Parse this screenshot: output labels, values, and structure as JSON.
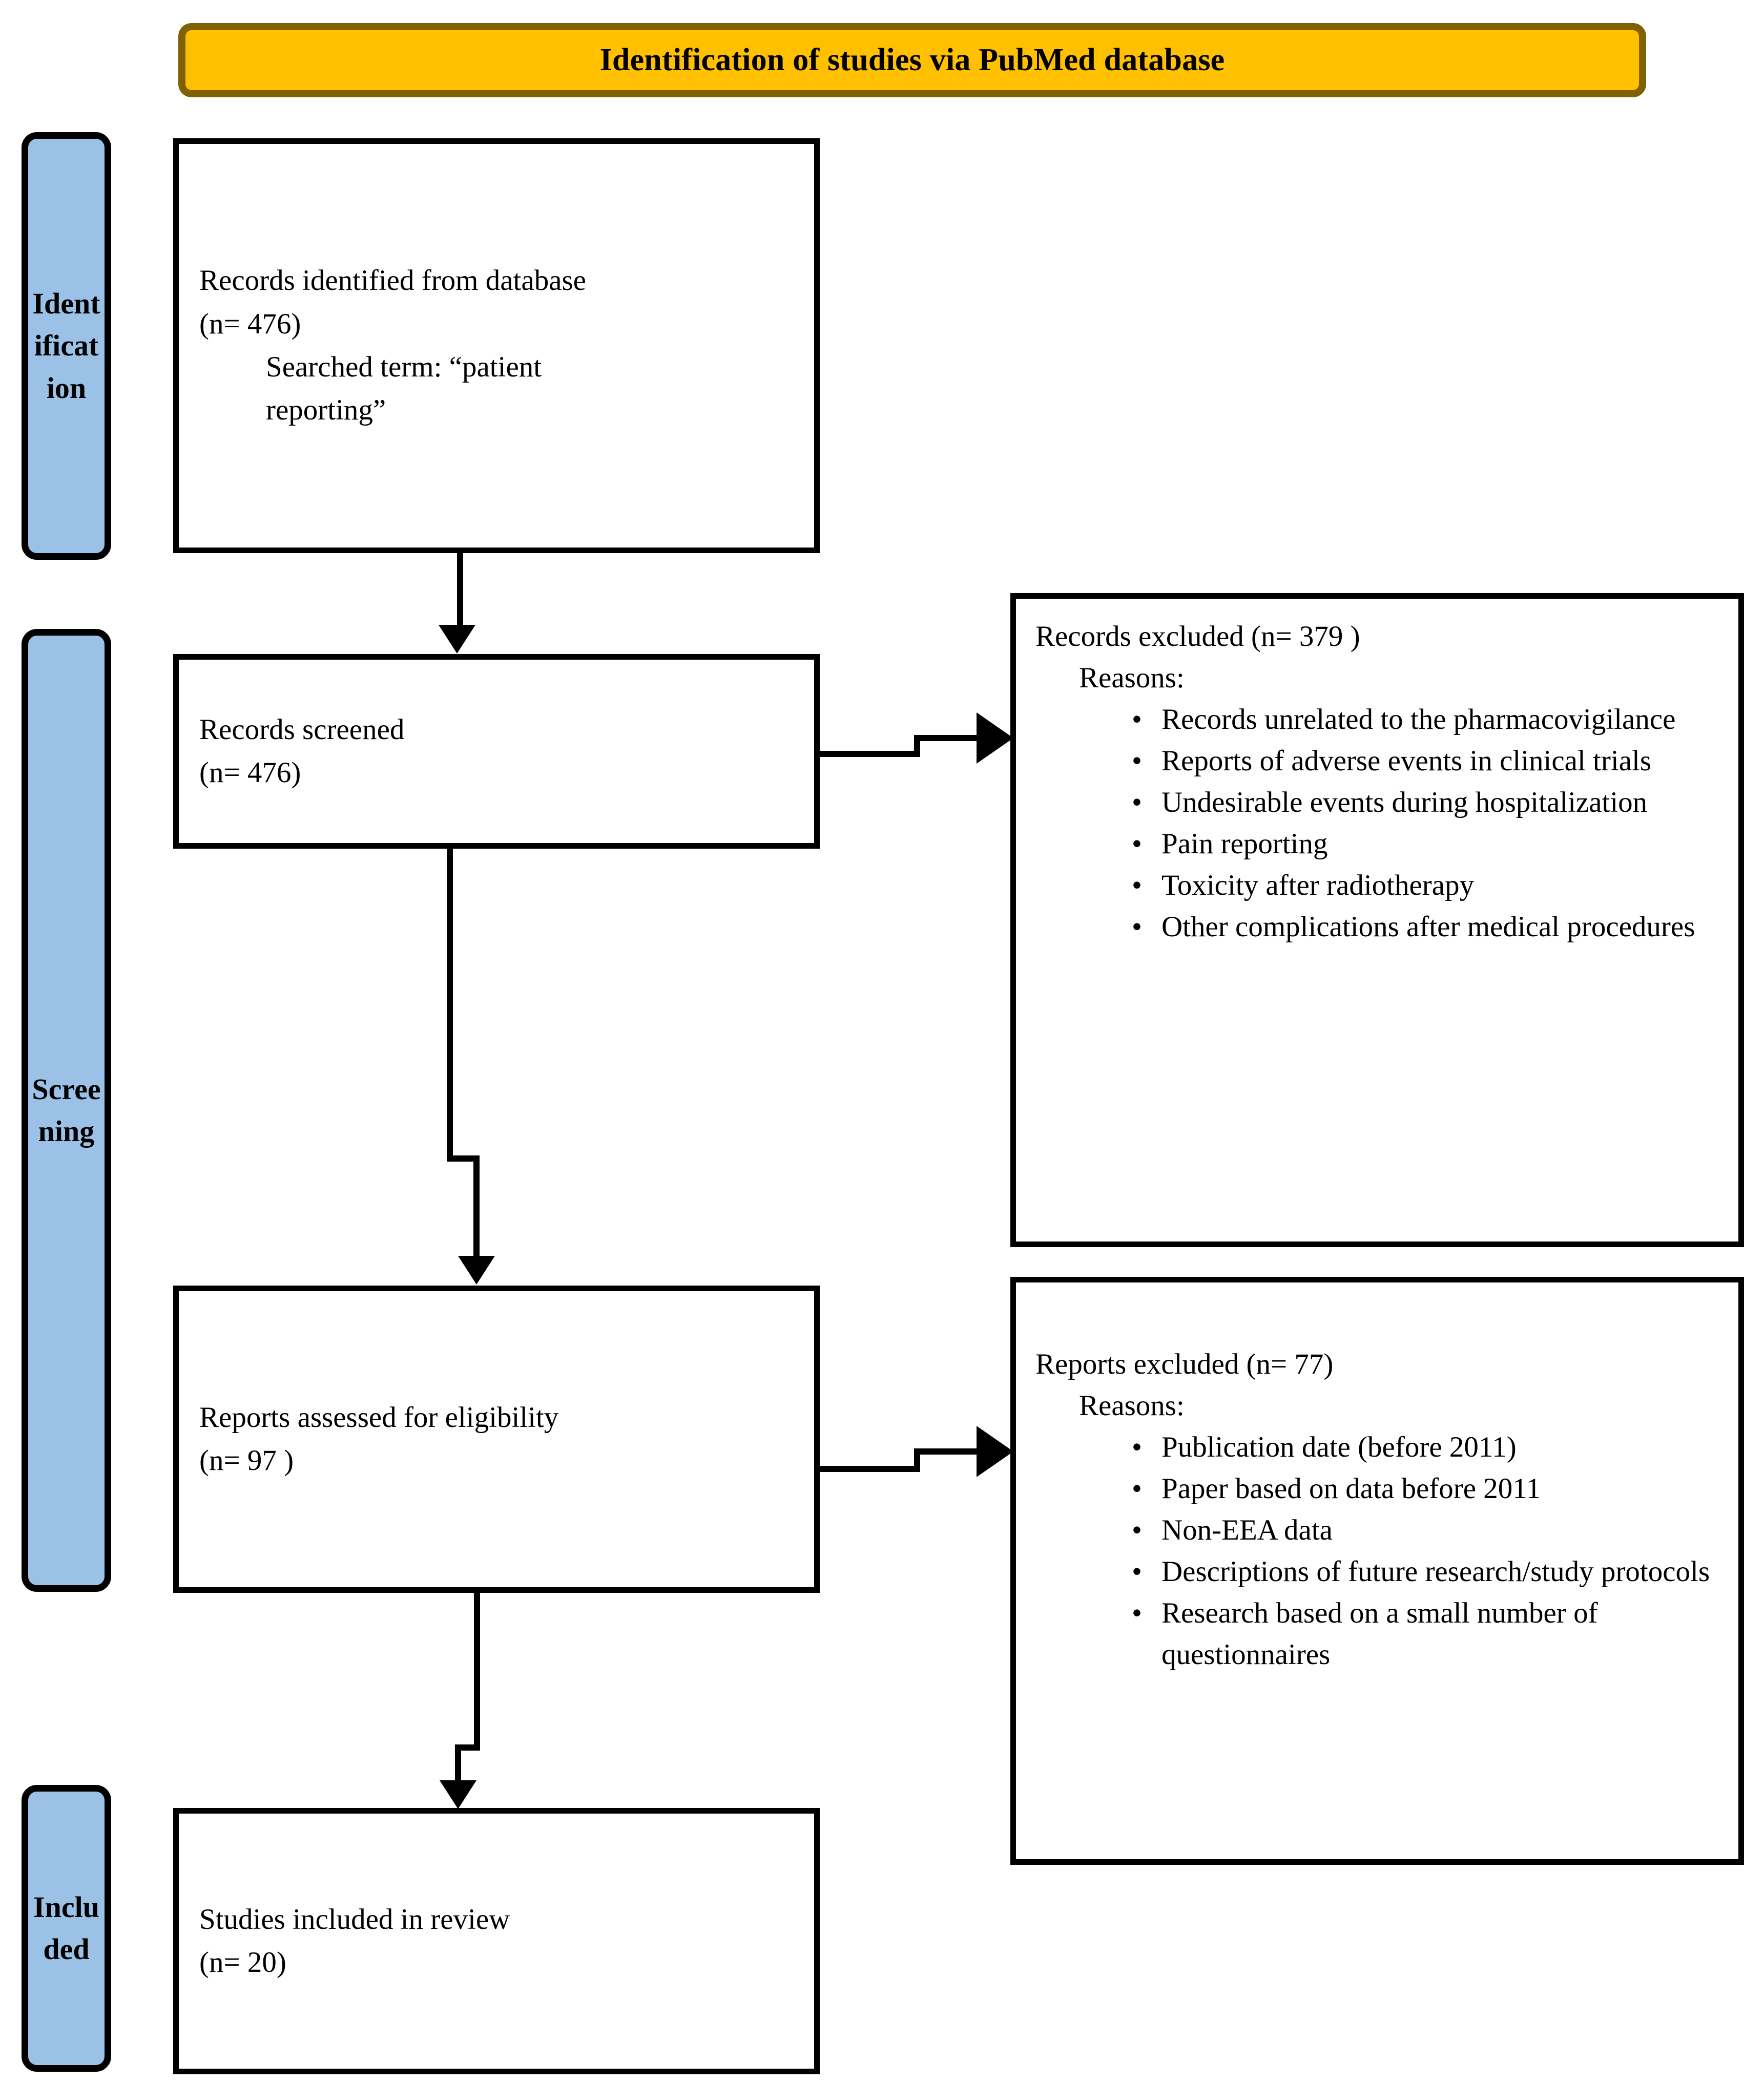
{
  "header": {
    "title": "Identification of studies via PubMed database",
    "background_color": "#FFC000",
    "border_color": "#806000"
  },
  "stages": {
    "background_color": "#9BC2E6",
    "items": [
      {
        "id": "identification",
        "label": "Identification"
      },
      {
        "id": "screening",
        "label": "Screening"
      },
      {
        "id": "included",
        "label": "Included"
      }
    ]
  },
  "boxes": {
    "identified": {
      "line1": "Records identified from database",
      "line2": "(n= 476)",
      "line3": "Searched term: “patient",
      "line4": "reporting”"
    },
    "screened": {
      "line1": "Records screened",
      "line2": "(n= 476)"
    },
    "eligibility": {
      "line1": "Reports assessed for eligibility",
      "line2": "(n= 97 )"
    },
    "included": {
      "line1": "Studies included in review",
      "line2": "(n= 20)"
    },
    "records_excluded": {
      "title": "Records excluded (n= 379 )",
      "subtitle": "Reasons:",
      "reasons": [
        "Records unrelated to the pharmacovigilance",
        "Reports of adverse events in clinical trials",
        "Undesirable events during hospitalization",
        "Pain reporting",
        "Toxicity after radiotherapy",
        "Other complications after medical procedures"
      ]
    },
    "reports_excluded": {
      "title": "Reports excluded (n= 77)",
      "subtitle": "Reasons:",
      "reasons": [
        "Publication date (before 2011)",
        "Paper based on data before 2011",
        "Non-EEA data",
        "Descriptions of future research/study protocols",
        "Research based on a small number of questionnaires"
      ]
    }
  },
  "counts": {
    "records_identified": 476,
    "records_screened": 476,
    "records_excluded": 379,
    "reports_assessed": 97,
    "reports_excluded": 77,
    "studies_included": 20
  }
}
